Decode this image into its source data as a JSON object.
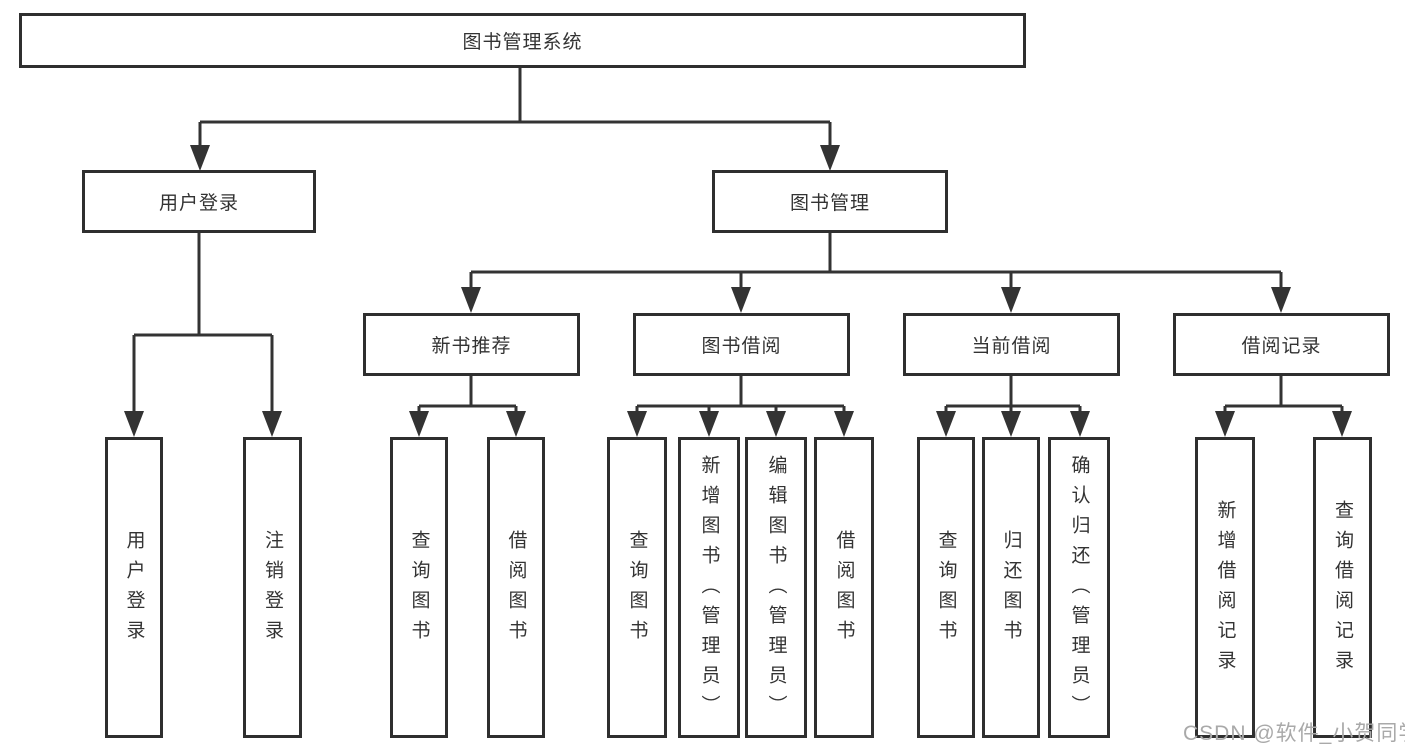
{
  "diagram": {
    "title": "图书管理系统",
    "level2": [
      "用户登录",
      "图书管理"
    ],
    "level3": [
      "新书推荐",
      "图书借阅",
      "当前借阅",
      "借阅记录"
    ],
    "leaves": {
      "user_login": [
        "用户登录",
        "注销登录"
      ],
      "new_book_recommend": [
        "查询图书",
        "借阅图书"
      ],
      "book_borrow": [
        "查询图书",
        "新增图书（管理员）",
        "编辑图书（管理员）",
        "借阅图书"
      ],
      "current_borrow": [
        "查询图书",
        "归还图书",
        "确认归还（管理员）"
      ],
      "borrow_records": [
        "新增借阅记录",
        "查询借阅记录"
      ]
    }
  },
  "watermark": {
    "text": "CSDN @软件_小贺同学"
  },
  "colors": {
    "line": "#333333",
    "border": "#2f2f2f",
    "text": "#333333",
    "background": "#ffffff",
    "watermark": "#a9a9a9"
  }
}
